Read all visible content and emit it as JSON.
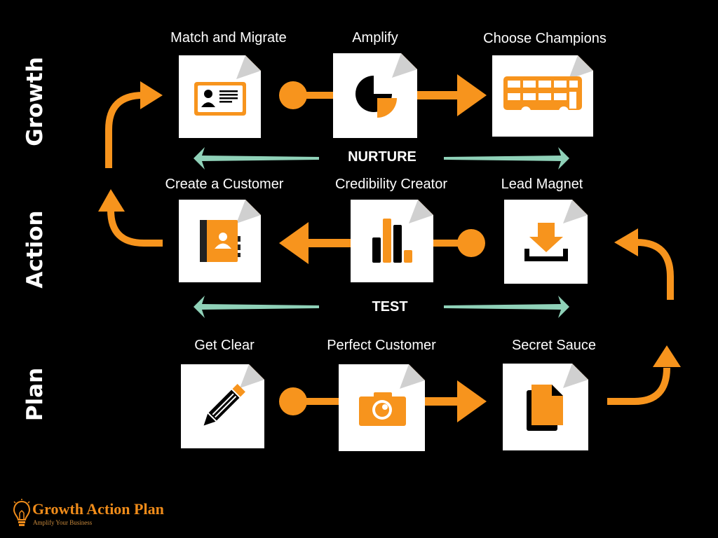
{
  "rows": {
    "growth": "Growth",
    "action": "Action",
    "plan": "Plan"
  },
  "steps": {
    "match": "Match and Migrate",
    "amplify": "Amplify",
    "champions": "Choose Champions",
    "customer": "Create a Customer",
    "credibility": "Credibility Creator",
    "magnet": "Lead Magnet",
    "clear": "Get Clear",
    "perfect": "Perfect Customer",
    "sauce": "Secret Sauce"
  },
  "connectors": {
    "nurture": "NURTURE",
    "test": "TEST"
  },
  "logo": {
    "title": "Growth Action Plan",
    "tagline": "Amplify Your Business"
  },
  "colors": {
    "accent": "#f7941d",
    "teal": "#8fd1b8",
    "card": "#ffffff",
    "background": "#000000"
  }
}
